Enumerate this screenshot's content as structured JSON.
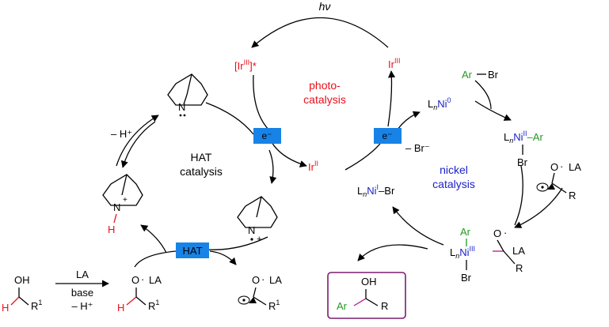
{
  "colors": {
    "red": "#e8101b",
    "blue": "#1a1fc8",
    "green": "#1e9b1e",
    "magenta": "#b31b86",
    "purple": "#7a1d6d",
    "highlight": "#1883e6"
  },
  "labels": {
    "hv": "hν",
    "photo_catalysis_1": "photo-",
    "photo_catalysis_2": "catalysis",
    "hat_catalysis_1": "HAT",
    "hat_catalysis_2": "catalysis",
    "nickel_catalysis_1": "nickel",
    "nickel_catalysis_2": "catalysis",
    "electron_box_left": "e⁻",
    "electron_box_right": "e⁻",
    "hat_box": "HAT",
    "minus_h_plus": "– H⁺",
    "minus_br_minus": "– Br⁻"
  },
  "species": {
    "ir_iii_star": {
      "main": "[Ir",
      "sup": "III",
      "tail": "]*"
    },
    "ir_iii": {
      "main": "Ir",
      "sup": "III"
    },
    "ir_ii": {
      "main": "Ir",
      "sup": "II"
    },
    "ni0": {
      "prefix": "L",
      "sub": "n",
      "metal": "Ni",
      "sup": "0"
    },
    "ni_i_br": {
      "prefix": "L",
      "sub": "n",
      "metal": "Ni",
      "sup": "I",
      "tail": "–Br"
    },
    "ni_ii_ar": {
      "prefix": "L",
      "sub": "n",
      "metal": "Ni",
      "sup": "II",
      "tail": "–Ar",
      "below": "Br"
    },
    "ni_iii": {
      "prefix": "L",
      "sub": "n",
      "metal": "Ni",
      "sup": "III",
      "top": "Ar",
      "below": "Br",
      "o_la": "O",
      "la": "LA",
      "r": "R"
    },
    "ar_br": {
      "ar": "Ar",
      "br": "Br"
    },
    "radical_la_right": {
      "o": "O",
      "la": "LA",
      "r": "R"
    },
    "radical_la_bottom": {
      "o": "O",
      "la": "LA",
      "r": "R",
      "sup": "1"
    },
    "quinuclidine_top": {
      "n": "N"
    },
    "quinuclidinium": {
      "n": "N",
      "plus": "+",
      "h": "H"
    },
    "quinuclidine_radical": {
      "n": "N",
      "plus": "+"
    },
    "alcohol": {
      "oh": "OH",
      "h": "H",
      "r": "R",
      "sup": "1"
    },
    "la_complex": {
      "o": "O",
      "la": "LA",
      "h": "H",
      "r": "R",
      "sup": "1"
    },
    "product": {
      "oh": "OH",
      "ar": "Ar",
      "r": "R"
    }
  },
  "reagents": {
    "la": "LA",
    "base": "base",
    "minus_h_plus": "– H⁺"
  }
}
